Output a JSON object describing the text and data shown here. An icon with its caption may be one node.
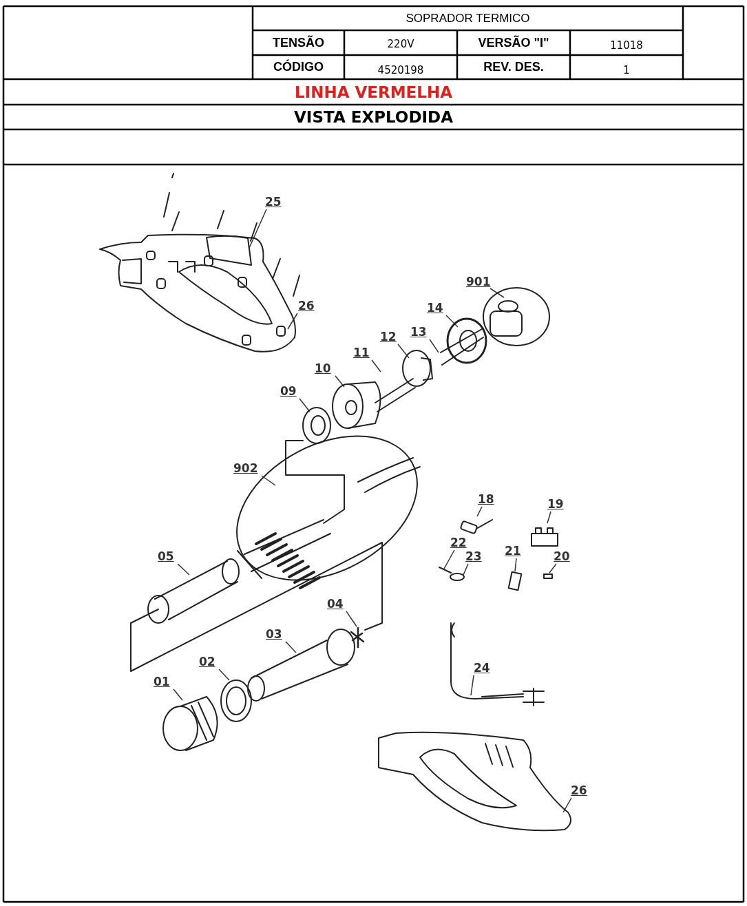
{
  "diagram": {
    "nodes": [
      {
        "text": [
          "25"
        ]
      },
      {
        "text": [
          "901"
        ]
      },
      {
        "text": [
          "26"
        ]
      },
      {
        "text": [
          "14"
        ]
      },
      {
        "text": [
          "13"
        ]
      },
      {
        "text": [
          "12"
        ]
      },
      {
        "text": [
          "11"
        ]
      },
      {
        "text": [
          "10"
        ]
      },
      {
        "text": [
          "09"
        ]
      },
      {
        "text": [
          "902"
        ]
      },
      {
        "text": [
          "18"
        ]
      },
      {
        "text": [
          "19"
        ]
      },
      {
        "text": [
          "22"
        ]
      },
      {
        "text": [
          "21"
        ]
      },
      {
        "text": [
          "05"
        ]
      },
      {
        "text": [
          "23"
        ]
      },
      {
        "text": [
          "20"
        ]
      },
      {
        "text": [
          "04"
        ]
      },
      {
        "text": [
          "03"
        ]
      },
      {
        "text": [
          "02"
        ]
      },
      {
        "text": [
          "24"
        ]
      },
      {
        "text": [
          "01"
        ]
      },
      {
        "text": [
          "26"
        ]
      }
    ],
    "edges": [
      {
        "from": 0,
        "to": null,
        "arrow": "none"
      },
      {
        "from": 1,
        "to": null,
        "arrow": "none"
      },
      {
        "from": 2,
        "to": null,
        "arrow": "none"
      },
      {
        "from": 3,
        "to": null,
        "arrow": "none"
      },
      {
        "from": 4,
        "to": null,
        "arrow": "none"
      },
      {
        "from": 5,
        "to": null,
        "arrow": "none"
      },
      {
        "from": 6,
        "to": null,
        "arrow": "none"
      },
      {
        "from": 7,
        "to": null,
        "arrow": "none"
      },
      {
        "from": 8,
        "to": null,
        "arrow": "none"
      },
      {
        "from": 9,
        "to": null,
        "arrow": "none"
      },
      {
        "from": 10,
        "to": null,
        "arrow": "none"
      },
      {
        "from": 11,
        "to": null,
        "arrow": "none"
      },
      {
        "from": 12,
        "to": null,
        "arrow": "none"
      },
      {
        "from": 13,
        "to": null,
        "arrow": "none"
      },
      {
        "from": 14,
        "to": null,
        "arrow": "none"
      },
      {
        "from": 15,
        "to": null,
        "arrow": "none"
      },
      {
        "from": 16,
        "to": null,
        "arrow": "none"
      },
      {
        "from": 17,
        "to": null,
        "arrow": "none"
      },
      {
        "from": 18,
        "to": null,
        "arrow": "none"
      },
      {
        "from": 19,
        "to": null,
        "arrow": "none"
      },
      {
        "from": 20,
        "to": null,
        "arrow": "none"
      },
      {
        "from": 21,
        "to": null,
        "arrow": "none"
      },
      {
        "from": 22,
        "to": null,
        "arrow": "none"
      }
    ],
    "labels": [
      "SOPRADOR TERMICO",
      "TENSÃO",
      "220V",
      "VERSÃO \"I\"",
      "11018",
      "CÓDIGO",
      "4520198",
      "REV. DES.",
      "1",
      "LINHA VERMELHA",
      "VISTA EXPLODIDA"
    ]
  }
}
